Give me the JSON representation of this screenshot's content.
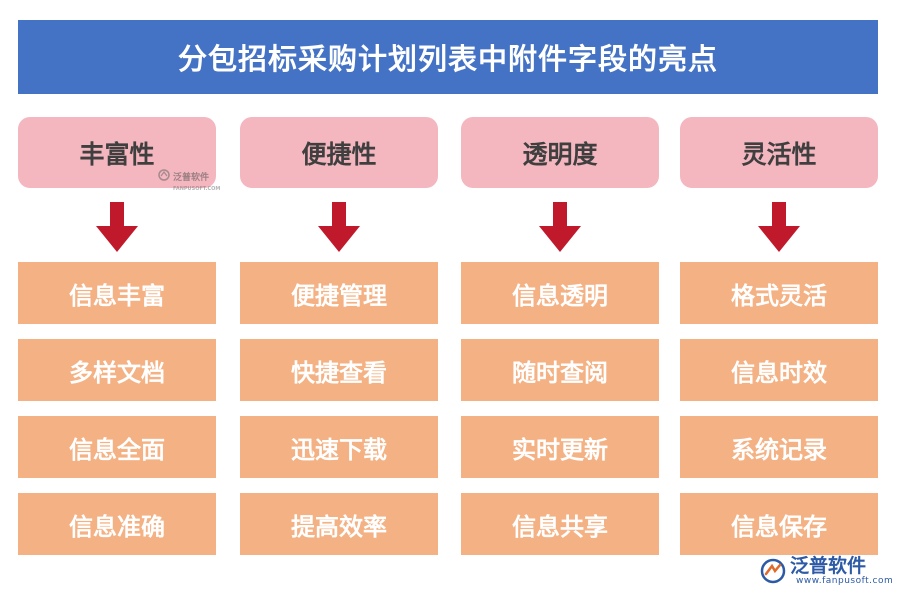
{
  "title": "分包招标采购计划列表中附件字段的亮点",
  "columns": [
    {
      "header": "丰富性",
      "items": [
        "信息丰富",
        "多样文档",
        "信息全面",
        "信息准确"
      ]
    },
    {
      "header": "便捷性",
      "items": [
        "便捷管理",
        "快捷查看",
        "迅速下载",
        "提高效率"
      ]
    },
    {
      "header": "透明度",
      "items": [
        "信息透明",
        "随时查阅",
        "实时更新",
        "信息共享"
      ]
    },
    {
      "header": "灵活性",
      "items": [
        "格式灵活",
        "信息时效",
        "系统记录",
        "信息保存"
      ]
    }
  ],
  "watermark": {
    "name": "泛普软件",
    "sub": "FANPUSOFT.COM"
  },
  "logo": {
    "name": "泛普软件",
    "url": "www.fanpusoft.com",
    "icon": "fanpu-logo-icon"
  },
  "colors": {
    "title_bg": "#4472c4",
    "header_bg": "#f4b6bf",
    "item_bg": "#f4b183",
    "arrow": "#c0192b"
  }
}
